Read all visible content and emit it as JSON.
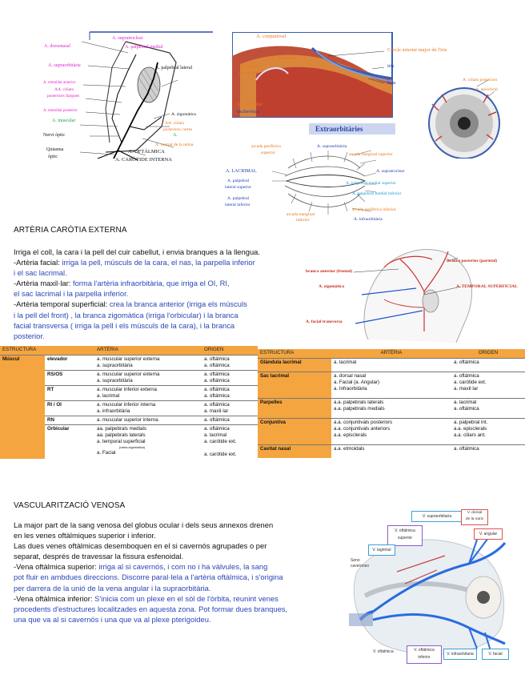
{
  "fig1": {
    "labels": {
      "supratroclear": "A. supratroclear",
      "dorsonasal": "A. dorsonasal",
      "palpebral_medial": "A. palpebral medial",
      "supraorbitaria": "A. supraorbitària",
      "palpebral_lateral": "A. palpebral lateral",
      "etmoidal_anterior": "A. etmoïdal anterior",
      "ciliars_post_llargues_1": "AA. ciliars",
      "ciliars_post_llargues_2": "posteriors llargues",
      "etmoidal_posterior": "A. etmoïdal posterior",
      "muscular": "A. muscular",
      "zigomatica": "A. zigomàtica",
      "ciliars_post_curtes_1": "AA. ciliars",
      "ciliars_post_curtes_2": "posteriors curtes",
      "nervi_optic": "Nervi òptic",
      "a_single": "A.",
      "quiasma_1": "Quiasma",
      "quiasma_2": "òptic",
      "central_retina": "A. central de la retina",
      "oftalmica": "A. OFTÀLMICA",
      "carotide_interna": "A. CARÒTIDE INTERNA"
    }
  },
  "fig2": {
    "labels": {
      "conjuntival": "A. conjuntival",
      "cercle_arterial": "Cercle arterial major de l'iris",
      "episcleral": "A. episcleral",
      "ciliars_ant_1": "A. ciliars",
      "ciliars_ant_2": "anteriors",
      "iris": "iris",
      "lens": "lens",
      "muscular_1": "A. muscular",
      "muscular_2": "escleròtica",
      "ciliars_post": "A. ciliars posteriors",
      "episcleral_2": "A. episcleral",
      "extraorbitaries": "Extraorbitàries"
    }
  },
  "fig3": {
    "labels": {
      "arcada_periferica_sup_1": "arcada perifèrica",
      "arcada_periferica_sup_2": "superior",
      "supraorbitaria": "A. supraorbitària",
      "arcada_marginal_sup": "arcada marginal superior",
      "lacrimal": "A. LACRIMAL",
      "supratroclear": "A. supratroclear",
      "palpebral_lat_sup_1": "A. palpebral",
      "palpebral_lat_sup_2": "lateral superior",
      "palpebral_med_sup": "A. palpebral medial superior",
      "palpebral_med_inf": "A. palpebral medial inferior",
      "palpebral_lat_inf_1": "A. palpebral",
      "palpebral_lat_inf_2": "lateral inferior",
      "arcada_periferica_inf": "arcada perifèrica inferior",
      "arcada_marginal_inf_1": "arcada marginal",
      "arcada_marginal_inf_2": "inferior",
      "infraorbitaria": "A. infraorbitària"
    }
  },
  "fig4": {
    "labels": {
      "branca_posterior": "Branca posterior (parietal)",
      "branca_anterior": "branca anterior (frontal)",
      "zigomatica": "A. zigomàtica",
      "temporal_superficial": "A. TEMPORAL SUPERFICIAL",
      "facial_transversa": "A. facial transversa"
    }
  },
  "section1": {
    "heading": "ARTÈRIA CARÒTIA EXTERNA",
    "lines": [
      {
        "black": "Irriga el coll, la cara i la pell del cuir cabellut, i envia branques a la llengua.",
        "blue": ""
      },
      {
        "black": "-Artèria facial: ",
        "blue": "irriga la pell, músculs de la cara, el nas, la parpella inferior"
      },
      {
        "black": "",
        "blue": " i el sac lacrimal."
      },
      {
        "black": "-Artèria maxil·lar: ",
        "blue": "forma l'artèria infraorbitària, que irriga el OI, RI,"
      },
      {
        "black": "",
        "blue": " el sac lacrimal i la parpella inferior."
      },
      {
        "black": "-Artèria temporal superficial: ",
        "blue": "crea la branca anterior (irriga els músculs"
      },
      {
        "black": "",
        "blue": " i la pell del front) , la branca zigomàtica (irriga l'orbicular) i la branca"
      },
      {
        "black": "",
        "blue": "facial transversa ( irriga la pell i els músculs de la cara), i la branca"
      },
      {
        "black": "",
        "blue": " posterior."
      }
    ]
  },
  "table1": {
    "headers": [
      "ESTRUCTURA",
      "ARTÈRIA",
      "ORIGEN"
    ],
    "group": "Múscul",
    "rows": [
      {
        "sub": "elevador",
        "arteries": [
          "a. muscular superior externa",
          "a. supraorbitària"
        ],
        "origins": [
          "a. oftàlmica",
          "a. oftàlmica"
        ]
      },
      {
        "sub": "RS/OS",
        "arteries": [
          "a. muscular superior externa",
          "a. supraorbitària"
        ],
        "origins": [
          "a. oftàlmica",
          "a. oftàlmica"
        ]
      },
      {
        "sub": "RT",
        "arteries": [
          "a. muscular inferior externa",
          "a. lacrimal"
        ],
        "origins": [
          "a. oftàlmica",
          "a. oftàlmica"
        ]
      },
      {
        "sub": "RI / OI",
        "arteries": [
          "a. muscular inferior interna",
          "a. infraorbitària"
        ],
        "origins": [
          "a. oftàlmica",
          "a. maxil·lar"
        ]
      },
      {
        "sub": "RN",
        "arteries": [
          "a. muscular superior interna"
        ],
        "origins": [
          "a. oftàlmica"
        ]
      },
      {
        "sub": "Orbicular",
        "arteries": [
          "aa. palpebrals medials",
          "aa. palpebrals laterals",
          "a. temporal superficial",
          "(rama zigomàtica)",
          "a. Facial"
        ],
        "origins": [
          "a. oftàlmica",
          "a. lacrimal",
          "a. carótide ext.",
          "",
          "a. carótide ext."
        ]
      }
    ]
  },
  "table2": {
    "headers": [
      "ESTRUCTURA",
      "ARTÈRIA",
      "ORIGEN"
    ],
    "rows": [
      {
        "structure": "Glàndula lacrimal",
        "arteries": [
          "a. lacrimal"
        ],
        "origins": [
          "a. oftàlmica"
        ]
      },
      {
        "structure": "Sac lacrimal",
        "arteries": [
          "a. dorsal nasal",
          "a. Facial (a. Angular)",
          "a. Infraorbitària"
        ],
        "origins": [
          "a. oftàlmica",
          "a. carótide ext.",
          "a. maxil·lar"
        ]
      },
      {
        "structure": "Parpelles",
        "arteries": [
          "a.a. palpebrals laterals",
          "a.a. palpebrals medials"
        ],
        "origins": [
          "a. lacrimal",
          "a. oftàlmica"
        ]
      },
      {
        "structure": "Conjuntiva",
        "arteries": [
          "a.a. conjuntivals posteriors",
          "a.a. conjuntivals anteriors",
          "a.a. episclerals"
        ],
        "origins": [
          "a. palpebral int.",
          "a.a. episclerals",
          "a.a. ciliars ant."
        ]
      },
      {
        "structure": "Cavitat nasal",
        "arteries": [
          "a.a. etmoidals"
        ],
        "origins": [
          "a. oftàlmica"
        ]
      }
    ]
  },
  "section2": {
    "heading": "VASCULARITZACIÓ VENOSA",
    "lines": [
      {
        "black": "La major part de la sang venosa del globus ocular i dels seus annexos drenen",
        "blue": ""
      },
      {
        "black": " en les venes oftàlmiques superior i inferior.",
        "blue": ""
      },
      {
        "black": "Las dues venes oftàlmicas desemboquen en el si cavernós agrupades o per",
        "blue": ""
      },
      {
        "black": " separat, després de travessar la fissura esfenoidal.",
        "blue": ""
      },
      {
        "black": "-Vena oftàlmica superior: ",
        "blue": "irriga al si cavernós, i com no i ha vàlvules, la sang"
      },
      {
        "black": "",
        "blue": " pot fluir en ambdues direccions. Discorre paral·lela a l'artèria oftàlmica, i s'origina"
      },
      {
        "black": "",
        "blue": " per darrera de la unió de la vena angular i la supraorbitària."
      },
      {
        "black": "-Vena oftàlmica inferior: ",
        "blue": "S'inicia com un plexe en el sòl de l'òrbita, reunint venes"
      },
      {
        "black": "",
        "blue": " procedents d'estructures localitzades en aquesta zona. Pot formar dues branques,"
      },
      {
        "black": "",
        "blue": " una que va al si cavernós i una que va al plexe pterigoideu."
      }
    ]
  },
  "fig5": {
    "labels": {
      "supraorbitaria": "V. supraorbitaria",
      "dorsal_nariz_1": "V. dorsal",
      "dorsal_nariz_2": "de la nariz",
      "oft_superior_1": "V. oftálmica",
      "oft_superior_2": "superior",
      "angular": "V. angular",
      "lagrimal": "V. lagrimal",
      "seno_1": "Seno",
      "seno_2": "cavernoso",
      "oftalmica": "V. oftálmica",
      "oft_inferior_1": "V. oftálmica",
      "oft_inferior_2": "inferior",
      "infraorbitaria": "V. infraorbitaria",
      "facial": "V. facial"
    }
  }
}
